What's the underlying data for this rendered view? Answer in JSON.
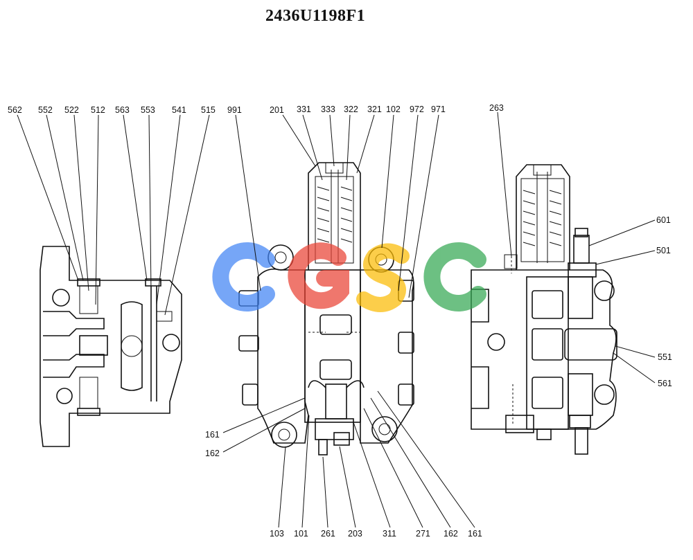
{
  "title": "2436U1198F1",
  "watermark": {
    "letters": [
      "C",
      "G",
      "S",
      "C"
    ],
    "colors": [
      "#4285f4",
      "#ea4335",
      "#fbbc05",
      "#34a853"
    ]
  },
  "labels": {
    "l562": "562",
    "l552": "552",
    "l522": "522",
    "l512": "512",
    "l563": "563",
    "l553": "553",
    "l541": "541",
    "l515": "515",
    "l991": "991",
    "l201": "201",
    "l331": "331",
    "l333": "333",
    "l322": "322",
    "l321": "321",
    "l102": "102",
    "l972": "972",
    "l971": "971",
    "l263": "263",
    "l601": "601",
    "l501": "501",
    "l551": "551",
    "l561": "561",
    "l161a": "161",
    "l162a": "162",
    "l103": "103",
    "l101": "101",
    "l261": "261",
    "l203": "203",
    "l311": "311",
    "l271": "271",
    "l162b": "162",
    "l161b": "161"
  }
}
